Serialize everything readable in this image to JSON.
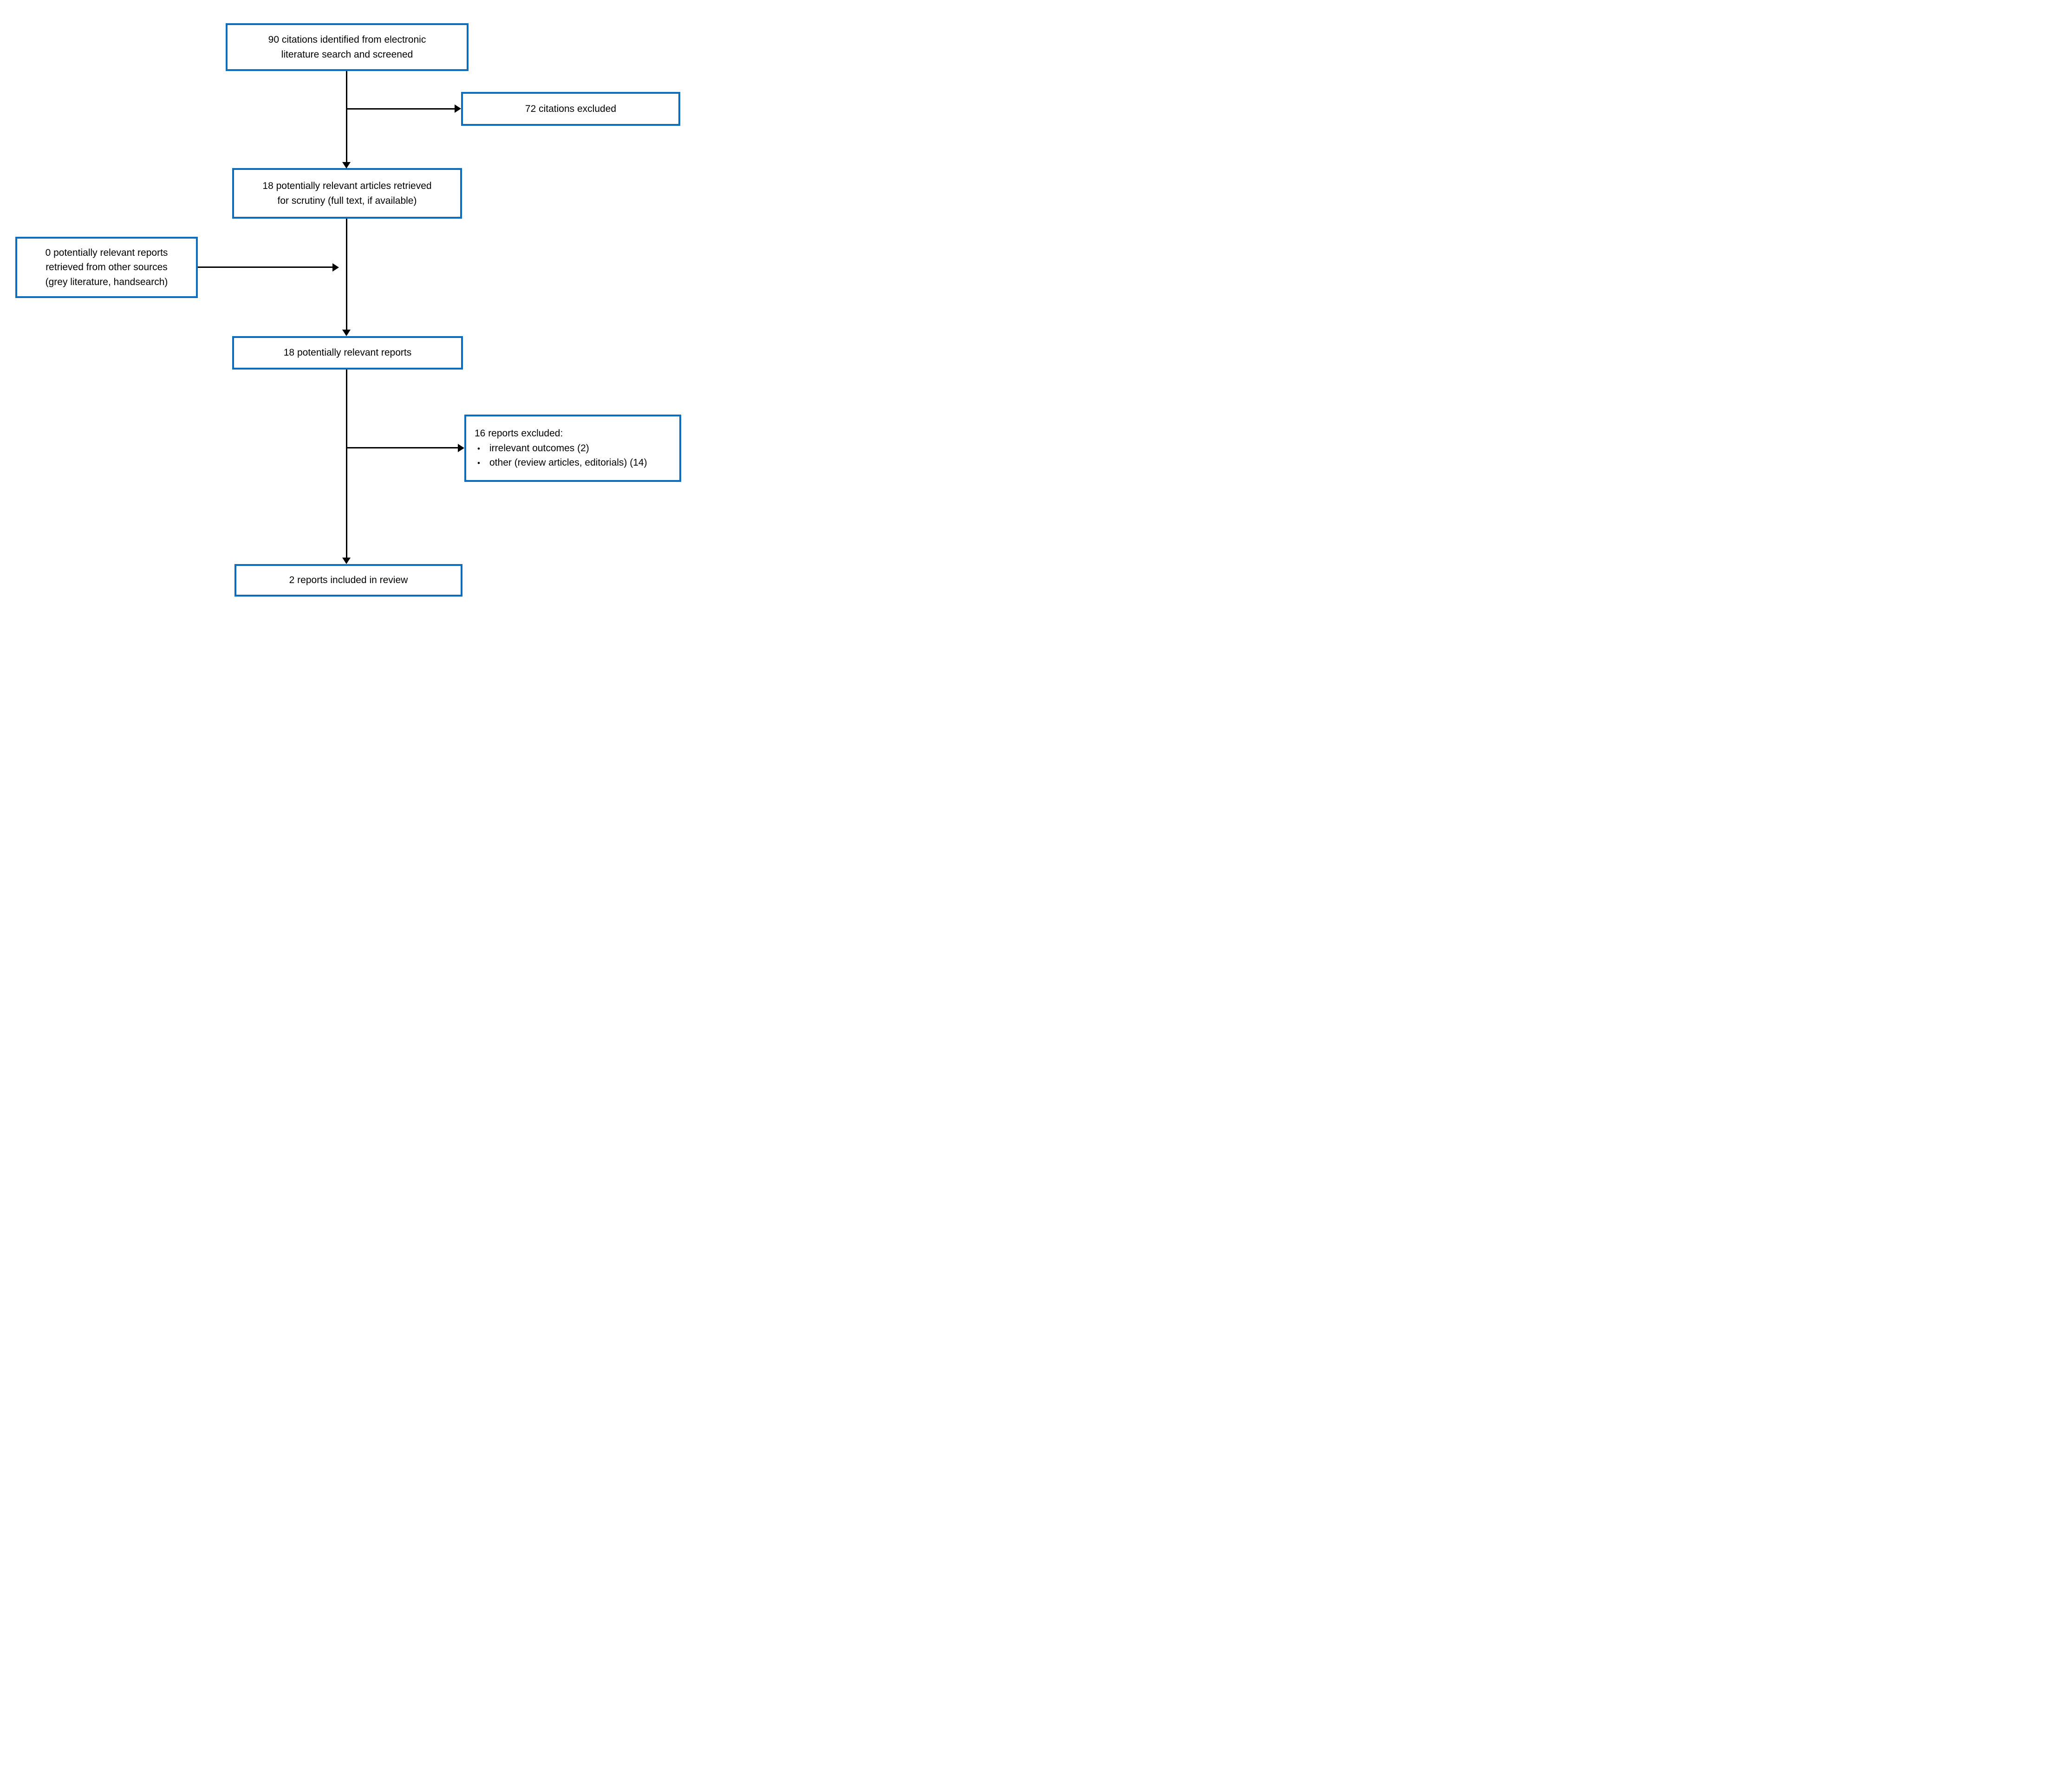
{
  "figure": {
    "type": "flowchart",
    "boxes": {
      "identified": {
        "lines": [
          "90 citations identified from electronic",
          "literature search and screened"
        ]
      },
      "excluded_citations": {
        "lines": [
          "72 citations excluded"
        ]
      },
      "retrieved": {
        "lines": [
          "18 potentially relevant articles retrieved",
          "for scrutiny (full text, if available)"
        ]
      },
      "other_sources": {
        "lines": [
          "0 potentially relevant reports",
          "retrieved from other sources",
          "(grey literature, handsearch)"
        ]
      },
      "relevant_reports": {
        "lines": [
          "18 potentially relevant reports"
        ]
      },
      "excluded_reports": {
        "title": "16 reports excluded:",
        "bullet": "•",
        "items": [
          "irrelevant outcomes (2)",
          "other (review articles, editorials) (14)"
        ]
      },
      "included": {
        "lines": [
          "2 reports included in review"
        ]
      }
    },
    "colors": {
      "box_border": "#0e6cba",
      "arrow": "#000000",
      "text": "#000000",
      "background": "#ffffff"
    }
  }
}
